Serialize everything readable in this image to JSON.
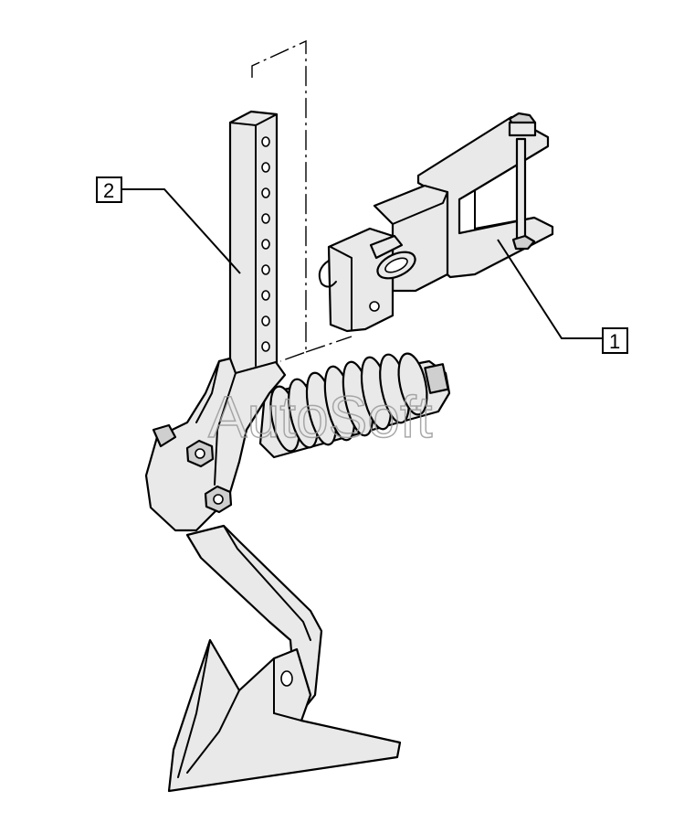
{
  "diagram": {
    "callouts": [
      {
        "id": "1",
        "label": "1",
        "part": "mounting-bracket"
      },
      {
        "id": "2",
        "label": "2",
        "part": "adjustment-shank"
      }
    ],
    "watermark": "AutoSoft"
  }
}
